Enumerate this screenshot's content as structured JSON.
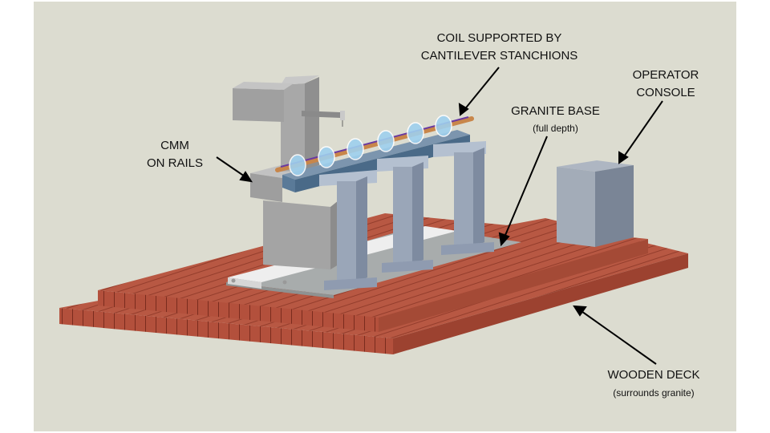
{
  "labels": {
    "coil_line1": "COIL SUPPORTED BY",
    "coil_line2": "CANTILEVER STANCHIONS",
    "console_line1": "OPERATOR",
    "console_line2": "CONSOLE",
    "granite_main": "GRANITE BASE",
    "granite_sub": "(full depth)",
    "cmm_line1": "CMM",
    "cmm_line2": "ON RAILS",
    "deck_main": "WOODEN DECK",
    "deck_sub": "(surrounds granite)"
  },
  "colors": {
    "panel_bg": "#dcdcd0",
    "brick": "#b3503c",
    "brick_dark": "#8a3626",
    "granite": "#a8acac",
    "steel_blue": "#9aa6b8",
    "machine_gray": "#a4a4a4",
    "rail_white": "#eeeeee",
    "coil_copper": "#c8864a",
    "coil_purple": "#6a3aa0",
    "ring_blue": "#9fd0ee"
  }
}
